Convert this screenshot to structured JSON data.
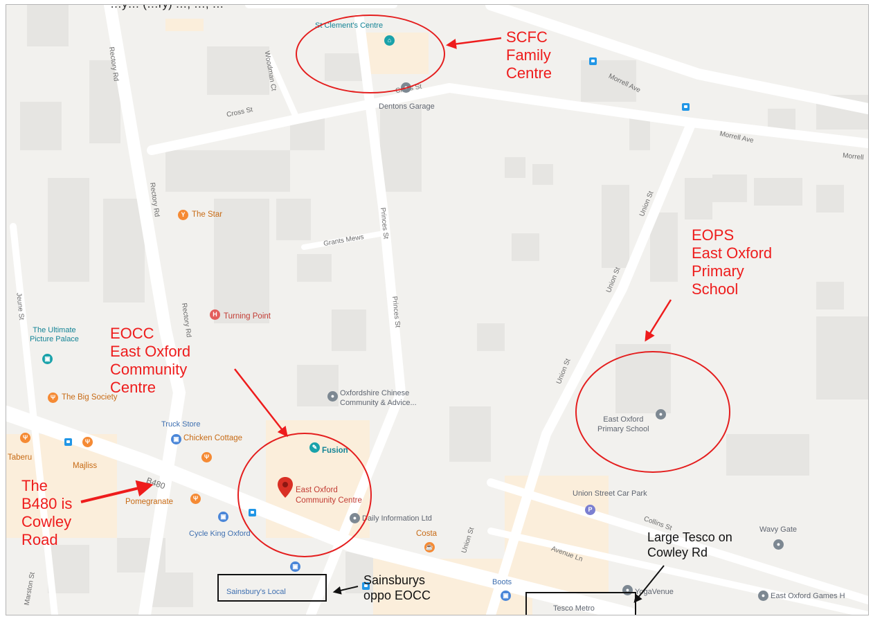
{
  "header_fragment": "…y… (…ry) …, …, …",
  "roads": {
    "cross_st_1": "Cross St",
    "cross_st_2": "Cross St",
    "woodman_ct": "Woodman Ct",
    "rectory_rd_1": "Rectory Rd",
    "rectory_rd_2": "Rectory Rd",
    "rectory_rd_3": "Rectory Rd",
    "morrell_ave_1": "Morrell Ave",
    "morrell_ave_2": "Morrell Ave",
    "morrell_ave_3": "Morrell",
    "union_st_1": "Union St",
    "union_st_2": "Union St",
    "union_st_3": "Union St",
    "union_st_4": "Union St",
    "princes_st_1": "Princes St",
    "princes_st_2": "Princes St",
    "grants_mews": "Grants Mews",
    "jeune_st": "Jeune St",
    "b480": "B480",
    "collins_st": "Collins St",
    "avenue_ln": "Avenue Ln",
    "marston_st": "Marston St"
  },
  "pois": {
    "st_clements": "St Clement's Centre",
    "dentons": "Dentons Garage",
    "the_star": "The Star",
    "turning_point": "Turning Point",
    "ultimate_1": "The Ultimate",
    "ultimate_2": "Picture Palace",
    "big_society": "The Big Society",
    "oxon_chinese_1": "Oxfordshire Chinese",
    "oxon_chinese_2": "Community & Advice...",
    "truck_store": "Truck Store",
    "chicken_cottage": "Chicken Cottage",
    "fusion": "Fusion",
    "taberu": "Taberu",
    "majliss": "Majliss",
    "pomegranate": "Pomegranate",
    "eocc_1": "East Oxford",
    "eocc_2": "Community Centre",
    "daily_info": "Daily Information Ltd",
    "cycle_king": "Cycle King Oxford",
    "costa": "Costa",
    "sainsburys_local": "Sainsbury's Local",
    "boots": "Boots",
    "east_oxford_ps_1": "East Oxford",
    "east_oxford_ps_2": "Primary School",
    "union_car_park": "Union Street Car Park",
    "wavy_gate": "Wavy Gate",
    "yoga_venue": "YogaVenue",
    "games": "East Oxford Games H",
    "tesco_metro": "Tesco Metro"
  },
  "annotations": {
    "scfc": [
      "SCFC",
      "Family",
      "Centre"
    ],
    "eops": [
      "EOPS",
      "East Oxford",
      "Primary",
      "School"
    ],
    "eocc": [
      "EOCC",
      "East Oxford",
      "Community",
      "Centre"
    ],
    "b480": [
      "The",
      "B480 is",
      "Cowley",
      "Road"
    ],
    "sainsburys": [
      "Sainsburys",
      "oppo EOCC"
    ],
    "tesco": [
      "Large Tesco on",
      "Cowley Rd"
    ]
  },
  "colors": {
    "annotation_red": "#ee1c1c",
    "map_background": "#f2f1ee",
    "road": "#ffffff",
    "building": "#e6e5e2",
    "commercial": "#fbeedb",
    "eocc_pin": "#d93025"
  }
}
